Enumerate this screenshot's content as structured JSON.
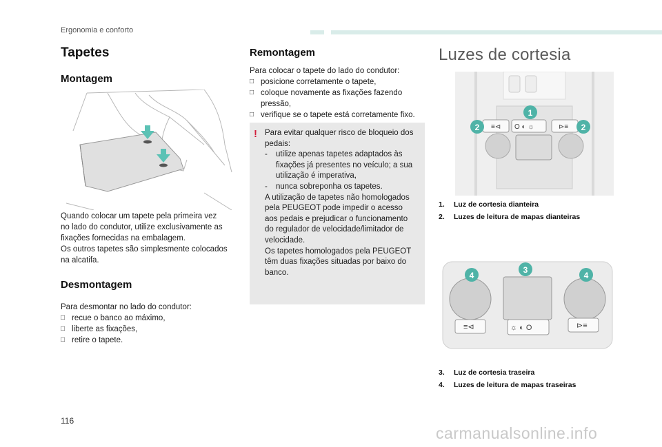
{
  "header": {
    "section": "Ergonomia e conforto"
  },
  "left": {
    "title": "Tapetes",
    "montagem_title": "Montagem",
    "montagem_text": [
      "Quando colocar um tapete pela primeira vez",
      "no lado do condutor, utilize exclusivamente as",
      "fixações fornecidas na embalagem.",
      "Os outros tapetes são simplesmente colocados",
      "na alcatifa."
    ],
    "desmontagem_title": "Desmontagem",
    "desmontagem_intro": "Para desmontar no lado do condutor:",
    "desmontagem_items": [
      "recue o banco ao máximo,",
      "liberte as fixações,",
      "retire o tapete."
    ]
  },
  "middle": {
    "title": "Remontagem",
    "intro": "Para colocar o tapete do lado do condutor:",
    "items": [
      [
        "posicione corretamente o tapete,"
      ],
      [
        "coloque novamente as fixações fazendo",
        "pressão,"
      ],
      [
        "verifique se o tapete está corretamente fixo."
      ]
    ],
    "warning_mark": "!",
    "warning_lines": [
      {
        "t": "Para evitar qualquer risco de bloqueio dos"
      },
      {
        "t": "pedais:"
      },
      {
        "d": "-",
        "t": "utilize apenas tapetes adaptados às"
      },
      {
        "d": "",
        "t": "fixações já presentes no veículo; a sua"
      },
      {
        "d": "",
        "t": "utilização é imperativa,"
      },
      {
        "d": "-",
        "t": "nunca sobreponha os tapetes."
      },
      {
        "t": "A utilização de tapetes não homologados"
      },
      {
        "t": "pela PEUGEOT pode impedir o acesso"
      },
      {
        "t": "aos pedais e prejudicar o funcionamento"
      },
      {
        "t": "do regulador de velocidade/limitador de"
      },
      {
        "t": "velocidade."
      },
      {
        "t": "Os tapetes homologados pela PEUGEOT"
      },
      {
        "t": "têm duas fixações situadas por baixo do"
      },
      {
        "t": "banco."
      }
    ]
  },
  "right": {
    "title": "Luzes de cortesia",
    "front_badges": {
      "b1": "1",
      "b2": "2"
    },
    "rear_badges": {
      "b3": "3",
      "b4": "4"
    },
    "caption1": [
      {
        "n": "1.",
        "t": "Luz de cortesia dianteira"
      },
      {
        "n": "2.",
        "t": "Luzes de leitura de mapas dianteiras"
      }
    ],
    "caption2": [
      {
        "n": "3.",
        "t": "Luz de cortesia traseira"
      },
      {
        "n": "4.",
        "t": "Luzes de leitura de mapas traseiras"
      }
    ]
  },
  "footer": {
    "page_number": "116",
    "watermark": "carmanualsonline.info"
  },
  "colors": {
    "accent": "#5cc2b5",
    "warning": "#d21f3c",
    "badge": "#4fb3a7",
    "accent_light": "#d9ece9"
  },
  "bullet_glyph": ""
}
